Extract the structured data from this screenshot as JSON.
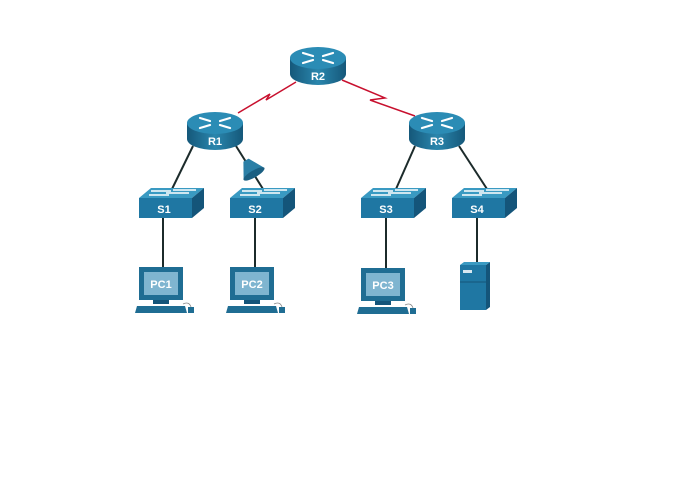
{
  "topology": {
    "routers": [
      {
        "id": "r2",
        "label": "R2"
      },
      {
        "id": "r1",
        "label": "R1"
      },
      {
        "id": "r3",
        "label": "R3"
      }
    ],
    "switches": [
      {
        "id": "s1",
        "label": "S1"
      },
      {
        "id": "s2",
        "label": "S2"
      },
      {
        "id": "s3",
        "label": "S3"
      },
      {
        "id": "s4",
        "label": "S4"
      }
    ],
    "pcs": [
      {
        "id": "pc1",
        "label": "PC1"
      },
      {
        "id": "pc2",
        "label": "PC2"
      },
      {
        "id": "pc3",
        "label": "PC3"
      }
    ],
    "links": [
      {
        "from": "R2",
        "to": "R1",
        "type": "serial"
      },
      {
        "from": "R2",
        "to": "R3",
        "type": "serial"
      },
      {
        "from": "R1",
        "to": "S1",
        "type": "ethernet"
      },
      {
        "from": "R1",
        "to": "S2",
        "type": "ethernet",
        "note": "sniffer"
      },
      {
        "from": "R3",
        "to": "S3",
        "type": "ethernet"
      },
      {
        "from": "R3",
        "to": "S4",
        "type": "ethernet"
      },
      {
        "from": "S1",
        "to": "PC1",
        "type": "ethernet"
      },
      {
        "from": "S2",
        "to": "PC2",
        "type": "ethernet"
      },
      {
        "from": "S3",
        "to": "PC3",
        "type": "ethernet"
      },
      {
        "from": "S4",
        "to": "Server",
        "type": "ethernet"
      }
    ],
    "colors": {
      "device": "#1f6d93",
      "serial": "#c8102e",
      "ethernet": "#1c2b2b"
    }
  }
}
